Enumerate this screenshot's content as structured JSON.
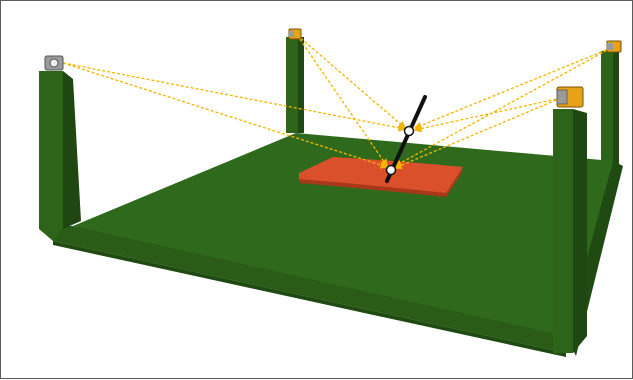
{
  "scene": {
    "colors": {
      "floor": "#2f6a1c",
      "floor_side": "#1f4a12",
      "wall_front": "#2a5c18",
      "wall_top": "#3b7a24",
      "post": "#2e6419",
      "post_dark": "#1e4711",
      "mat": "#d9502a",
      "mat_edge": "#a8381a",
      "ray": "#f5b400",
      "camera_body": "#e8a21a",
      "camera_grey": "#9a9a9a",
      "rod": "#111111",
      "marker": "#ffffff"
    },
    "cameras": [
      {
        "id": "cam-left",
        "icon": "camera-icon"
      },
      {
        "id": "cam-back-center",
        "icon": "camera-icon"
      },
      {
        "id": "cam-back-right",
        "icon": "camera-icon"
      },
      {
        "id": "cam-front-right",
        "icon": "camera-icon"
      }
    ],
    "markers": [
      {
        "id": "marker-upper"
      },
      {
        "id": "marker-lower"
      }
    ]
  }
}
